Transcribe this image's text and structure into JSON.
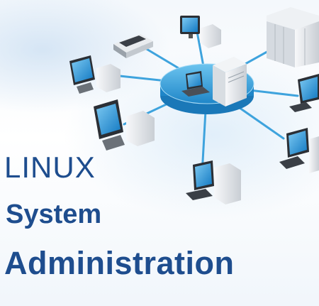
{
  "title": {
    "line1": "LINUX",
    "line2": "System",
    "line3": "Administration"
  },
  "colors": {
    "text": "#1e4d8e",
    "hub": "#2f9ad8",
    "link": "#3ea3dd",
    "screen": "#1c8fd8",
    "device": "#e4e8ec"
  },
  "icons": [
    "network-hub-icon",
    "server-icon",
    "laptop-icon",
    "desktop-computer-icon",
    "printer-icon",
    "server-rack-icon"
  ]
}
